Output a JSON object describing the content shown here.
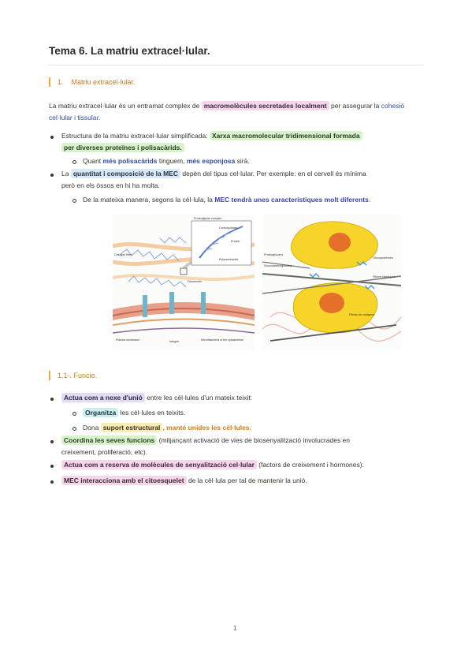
{
  "title": "Tema 6. La matriu extracel·lular.",
  "section1": {
    "number": "1.",
    "label": "Matriu extracel·lular."
  },
  "intro": {
    "part1": "La matriu extracel·lular és un entramat complex de ",
    "hl1": "macromolècules secretades localment",
    "part2": " per assegurar la ",
    "hl2": "cohesió cel·lular i tissular",
    "part3": "."
  },
  "bullet1": {
    "part1": "Estructura de la matriu extracel·lular simplificada: ",
    "hl_line1": "Xarxa macromolecular tridimensional formada",
    "hl_line2": "per diverses proteïnes i polisacàrids."
  },
  "sub1": {
    "part1": "Quant ",
    "hl1": "més polisacàrids",
    "part2": " tinguem, ",
    "hl2": "més esponjosa",
    "part3": " sirà."
  },
  "bullet2": {
    "part1": "La ",
    "hl1": "quantitat i composició de la MEC",
    "part2": " depèn del tipus cel·lular. Per exemple: en el cervell és mínima",
    "line2": "però en els òssos en hi ha molta."
  },
  "sub2": {
    "part1": "De la mateixa manera, segons la cèl·lula, la ",
    "hl1": "MEC tendrà unes característiques molt diferents",
    "part2": "."
  },
  "figure_left": {
    "labels": {
      "proteoglycan_complex": "Proteoglycan complex",
      "carbohydrates": "Carbohydrates",
      "protein": "Protein",
      "polysaccharide": "Polysaccharide",
      "collagen_fiber": "Collagen fiber",
      "fibronectin": "Fibronectin",
      "plasma_membrane": "Plasma membrane",
      "integrin": "Integrin",
      "microfilaments": "Microfilaments of the cytoskeleton"
    }
  },
  "figure_right": {
    "labels": {
      "proteoglucans": "Proteoglucans",
      "glucosaminoglucans": "Glucosaminoglucans",
      "glucoproteines": "Glucoproteïnes",
      "fibres_elastiques": "Fibres elàstiques",
      "fibres_colageno": "Fibras de colágeno"
    }
  },
  "section2": {
    "label": "1.1-. Funcio."
  },
  "f1": {
    "hl": "Actua com a nexe d'unió",
    "rest": " entre les cèl·lules d'un mateix teixit:"
  },
  "f1a": {
    "hl": "Organitza",
    "rest": " les cèl·lules en teixits."
  },
  "f1b": {
    "part1": "Dona ",
    "hl": "suport estructural",
    "hl2": ", manté unides les cèl·lules."
  },
  "f2": {
    "hl": "Coordina les seves funcions",
    "rest": " (mitjançant activació de vies de biosenyalització involucrades en",
    "line2": "creixement, proliferació, etc)."
  },
  "f3": {
    "hl": "Actua com a reserva de molècules de senyalització cel·lular",
    "rest": " (factors de creixement i hormones)."
  },
  "f4": {
    "hl": "MEC interacciona amb el citoesquelet",
    "rest": " de la cèl·lula per tal de mantenir la unió."
  },
  "page_number": "1"
}
